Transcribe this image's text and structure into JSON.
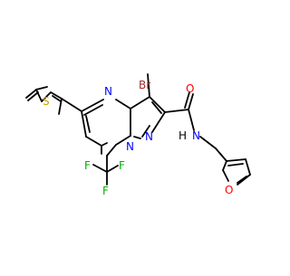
{
  "molecule": {
    "atoms": {
      "br": "Br",
      "o_carbonyl": "O",
      "n_amide": "N",
      "h_amide": "H",
      "n_pyrimidine": "N",
      "n_bridge": "N",
      "n_pyrazole": "N",
      "s_thiophene": "S",
      "o_furan": "O",
      "f_top": "F",
      "f_left": "F",
      "f_right": "F"
    },
    "colors": {
      "bond": "#000000",
      "bromine": "#a52a2a",
      "oxygen": "#ff0000",
      "nitrogen": "#0000ff",
      "sulfur": "#c8a400",
      "fluorine": "#00b000",
      "hydrogen": "#000000"
    }
  }
}
